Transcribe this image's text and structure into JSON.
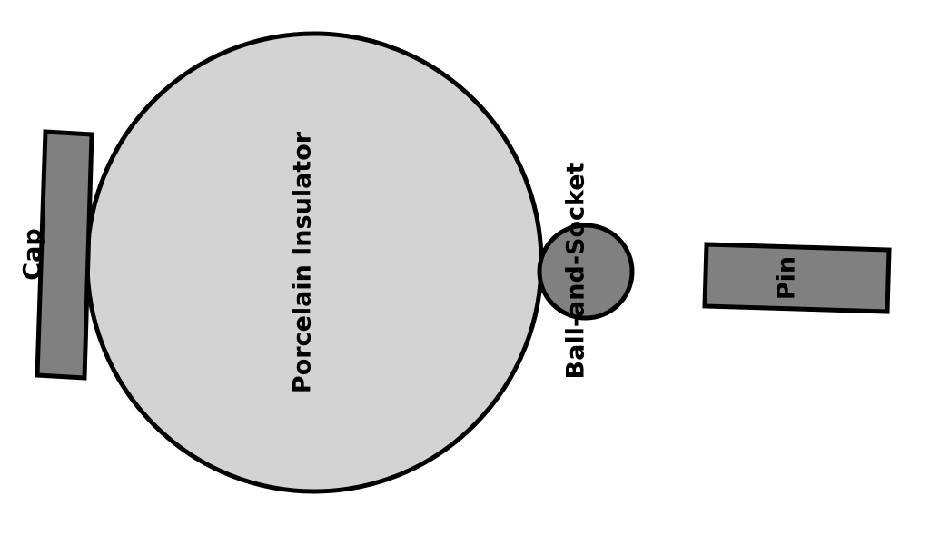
{
  "diagram": {
    "labels": {
      "cap": "Cap",
      "insulator": "Porcelain Insulator",
      "joint": "Ball-and-Socket",
      "pin": "Pin"
    },
    "colors": {
      "dark_part": "#808080",
      "light_part": "#d3d3d3",
      "outline": "#000000",
      "background": "#ffffff"
    }
  }
}
